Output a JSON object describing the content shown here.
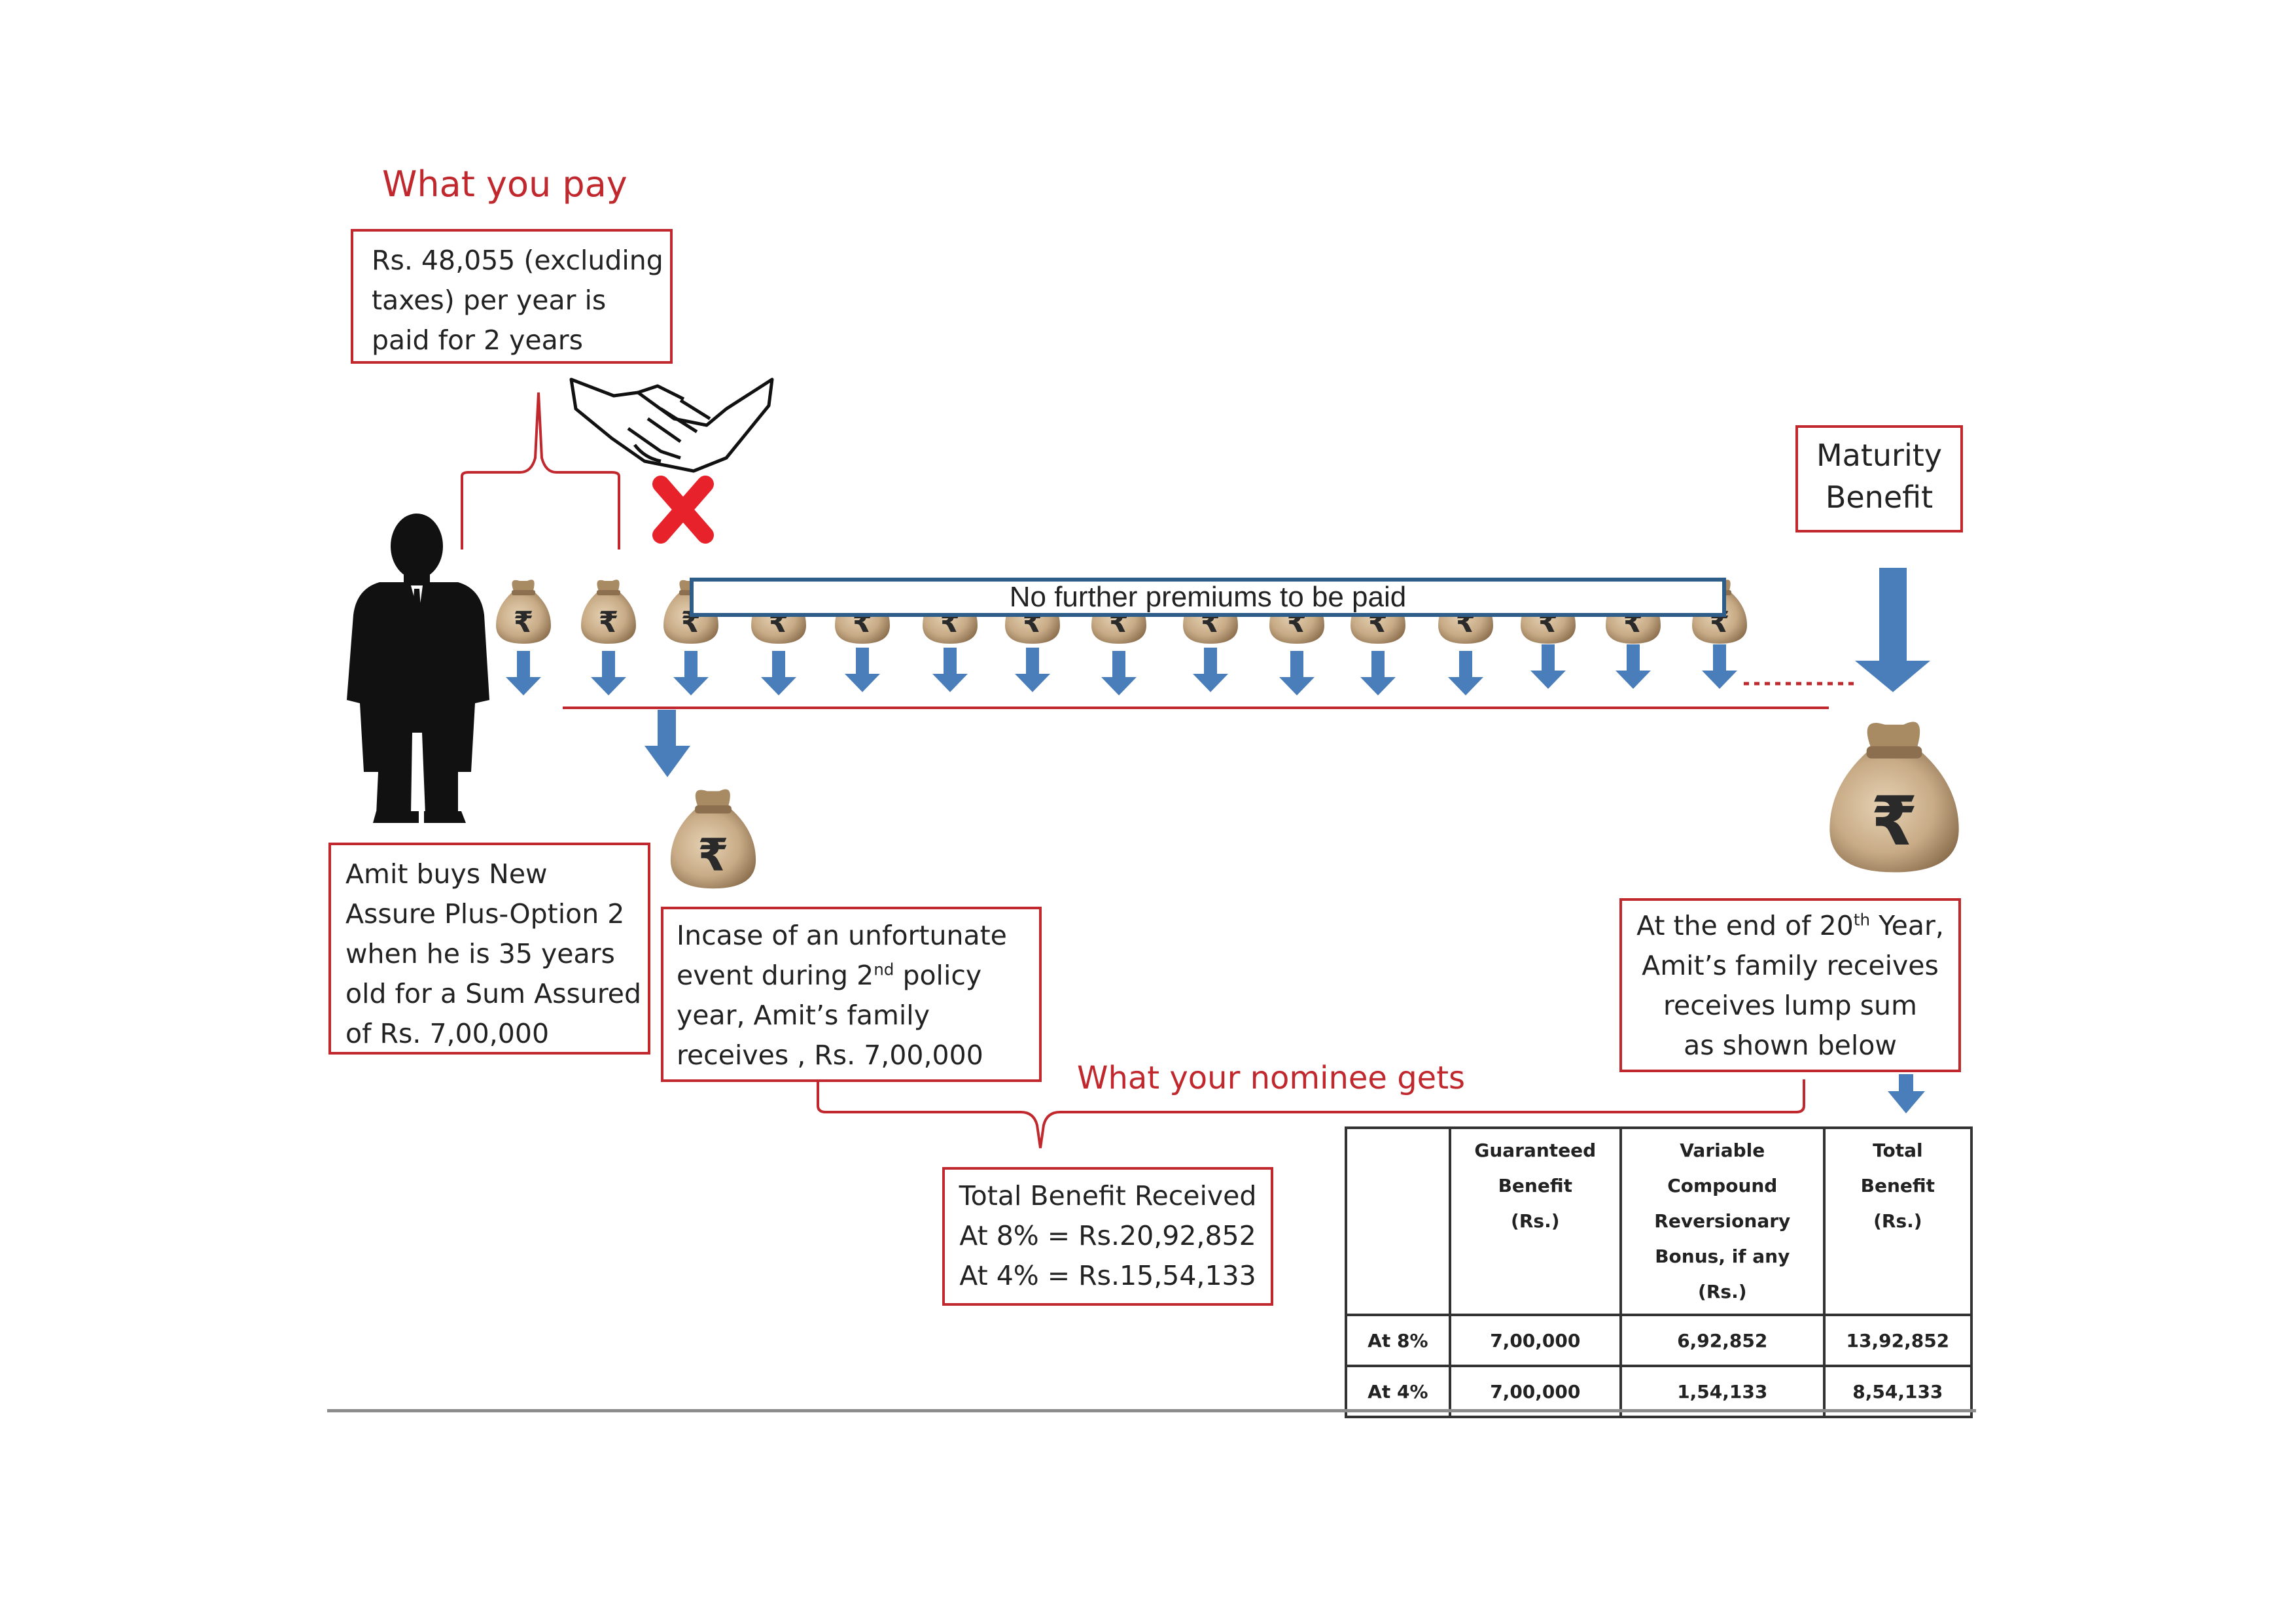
{
  "headings": {
    "what_you_pay": "What you pay",
    "what_nominee_gets": "What your nominee gets"
  },
  "premium_box": {
    "lines": [
      "Rs. 48,055 (excluding",
      "taxes) per year is",
      "paid for 2 years"
    ]
  },
  "maturity_box": {
    "lines": [
      "Maturity",
      "Benefit"
    ]
  },
  "banner": "No further premiums to be paid",
  "amit_box": {
    "lines": [
      "Amit buys New",
      "Assure Plus-Option 2",
      "when he is 35 years",
      "old for a Sum Assured",
      "of Rs. 7,00,000"
    ]
  },
  "death_box": {
    "line1": "Incase of an unfortunate",
    "line2_pre": "event  during 2",
    "line2_sup": "nd",
    "line2_post": "  policy",
    "line3": "year, Amit’s family",
    "line4": "receives , Rs. 7,00,000"
  },
  "end_box": {
    "line1_pre": "At the end of 20",
    "line1_sup": "th",
    "line1_post": " Year,",
    "line2": "Amit’s family receives",
    "line3": "receives lump sum",
    "line4": "as shown below"
  },
  "total_box": {
    "lines": [
      "Total Benefit Received",
      "At 8% = Rs.20,92,852",
      "At 4% = Rs.15,54,133"
    ]
  },
  "table": {
    "headers": [
      "",
      [
        "Guaranteed",
        "Benefit",
        "(Rs.)"
      ],
      [
        "Variable",
        "Compound",
        "Reversionary",
        "Bonus, if any",
        "(Rs.)"
      ],
      [
        "Total",
        "Benefit",
        "(Rs.)"
      ]
    ],
    "rows": [
      [
        "At 8%",
        "7,00,000",
        "6,92,852",
        "13,92,852"
      ],
      [
        "At 4%",
        "7,00,000",
        "1,54,133",
        "8,54,133"
      ]
    ]
  },
  "icons": {
    "rupee_symbol": "₹",
    "money_bag": "money-bag-icon",
    "person": "businessman-silhouette-icon",
    "handshake": "handshake-icon",
    "cross": "red-cross-icon",
    "arrow": "down-arrow-icon"
  },
  "colors": {
    "red": "#c0282d",
    "arrow_blue": "#4a7ebb",
    "bag": "#c8ab86"
  }
}
